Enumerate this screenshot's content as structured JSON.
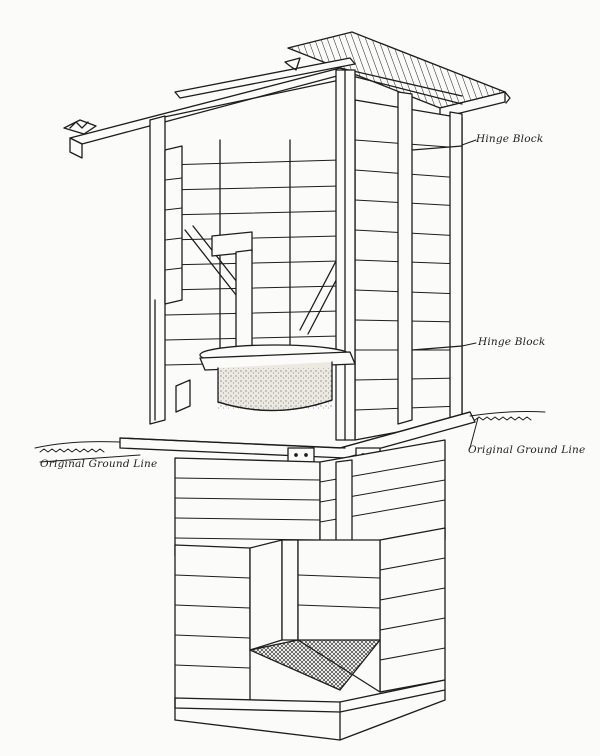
{
  "labels": {
    "hinge_block_top": "Hinge Block",
    "hinge_block_middle": "Hinge Block",
    "ground_line_left": "Original Ground Line",
    "ground_line_right": "Original Ground Line"
  },
  "colors": {
    "ink": "#1d1d1d",
    "paper": "#fbfbf9",
    "concrete": "#ebe9e2"
  }
}
